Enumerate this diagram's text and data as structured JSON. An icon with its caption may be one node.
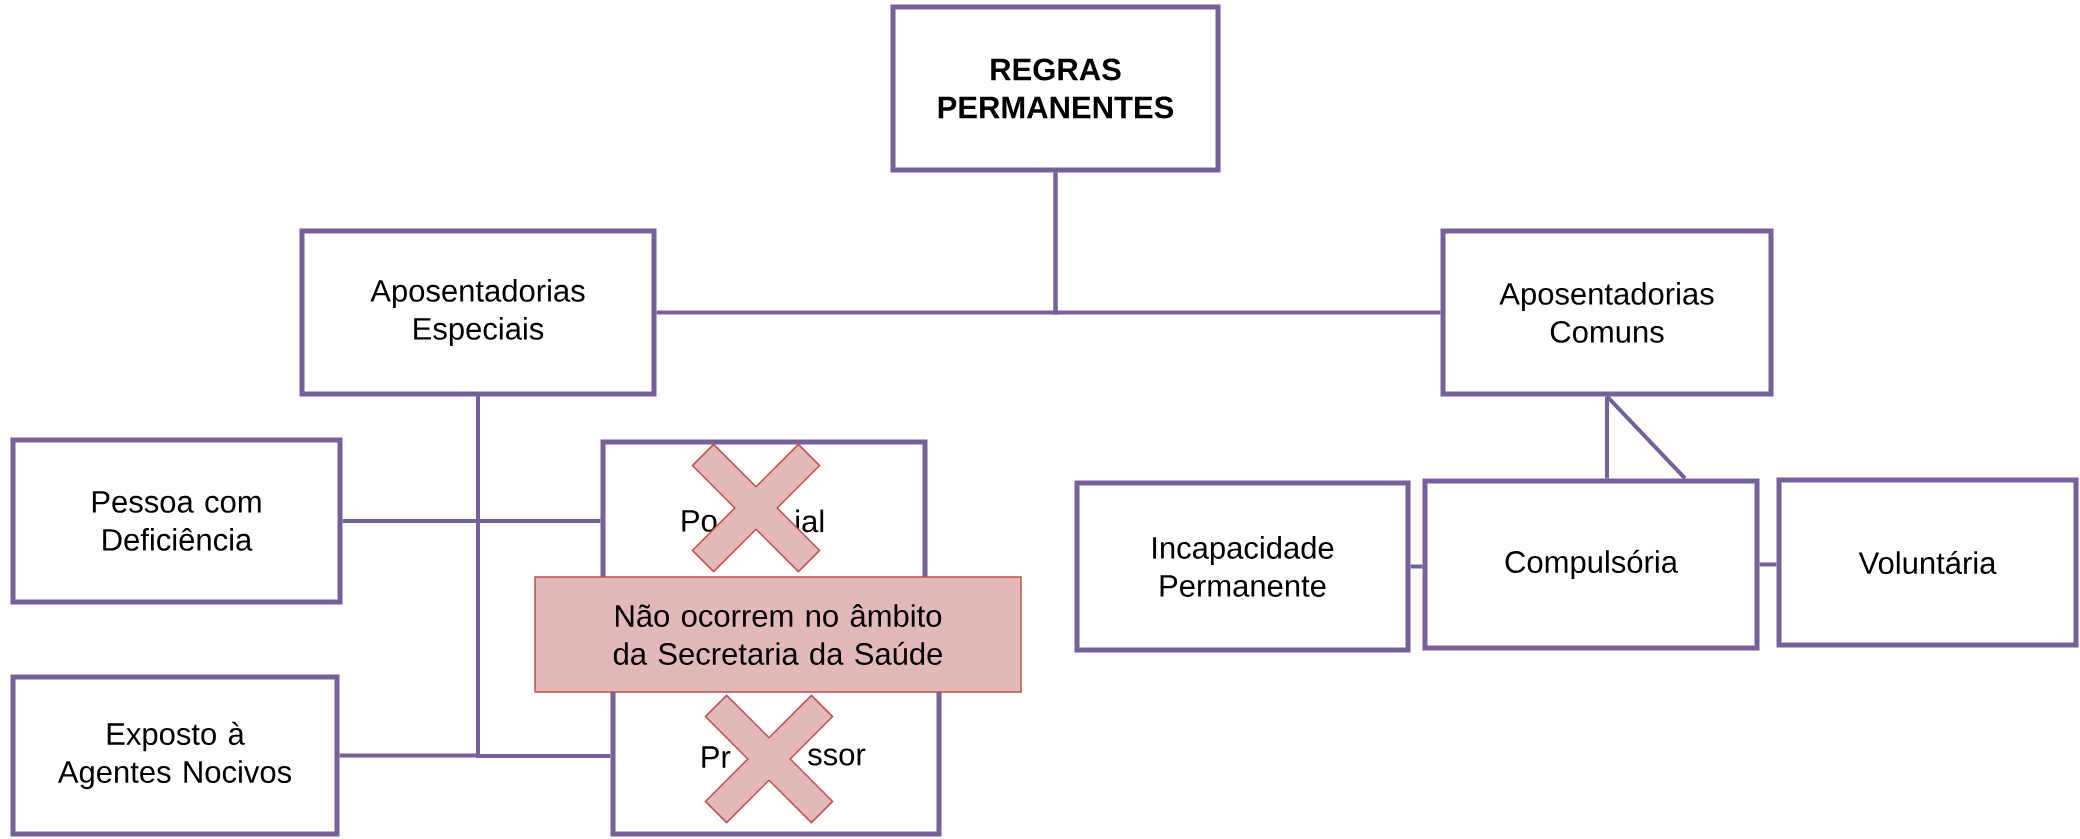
{
  "diagram": {
    "nodes": [
      {
        "text": [
          "REGRAS PERMANENTES"
        ]
      },
      {
        "text": [
          "Aposentadorias Especiais"
        ]
      },
      {
        "text": [
          "Aposentadorias Comuns"
        ]
      },
      {
        "text": [
          "Pessoa com Deficiência"
        ]
      },
      {
        "text": [
          "Po",
          "ial"
        ]
      },
      {
        "text": [
          "Incapacidade Permanente"
        ]
      },
      {
        "text": [
          "Compulsória"
        ]
      },
      {
        "text": [
          "Voluntária"
        ]
      },
      {
        "text": [
          "Não ocorrem no âmbito da Secretaria da Saúde"
        ]
      },
      {
        "text": [
          "Exposto à Agentes Nocivos"
        ]
      },
      {
        "text": [
          "Pr",
          "ssor"
        ]
      },
      {
        "text": [],
        "shape": "cross",
        "in": 4
      },
      {
        "text": [],
        "shape": "cross",
        "in": 10
      }
    ],
    "edges": [
      {
        "from": 0,
        "to": 1,
        "arrow": "none"
      },
      {
        "from": 0,
        "to": 2,
        "arrow": "none"
      },
      {
        "from": 1,
        "to": 3,
        "arrow": "none"
      },
      {
        "from": 1,
        "to": 4,
        "arrow": "none"
      },
      {
        "from": 1,
        "to": 9,
        "arrow": "none"
      },
      {
        "from": 1,
        "to": 10,
        "arrow": "none"
      },
      {
        "from": 2,
        "to": 6,
        "arrow": "none"
      },
      {
        "from": 2,
        "to": 6,
        "arrow": "none"
      },
      {
        "from": 5,
        "to": 6,
        "arrow": "none"
      },
      {
        "from": 6,
        "to": 7,
        "arrow": "none"
      }
    ]
  }
}
